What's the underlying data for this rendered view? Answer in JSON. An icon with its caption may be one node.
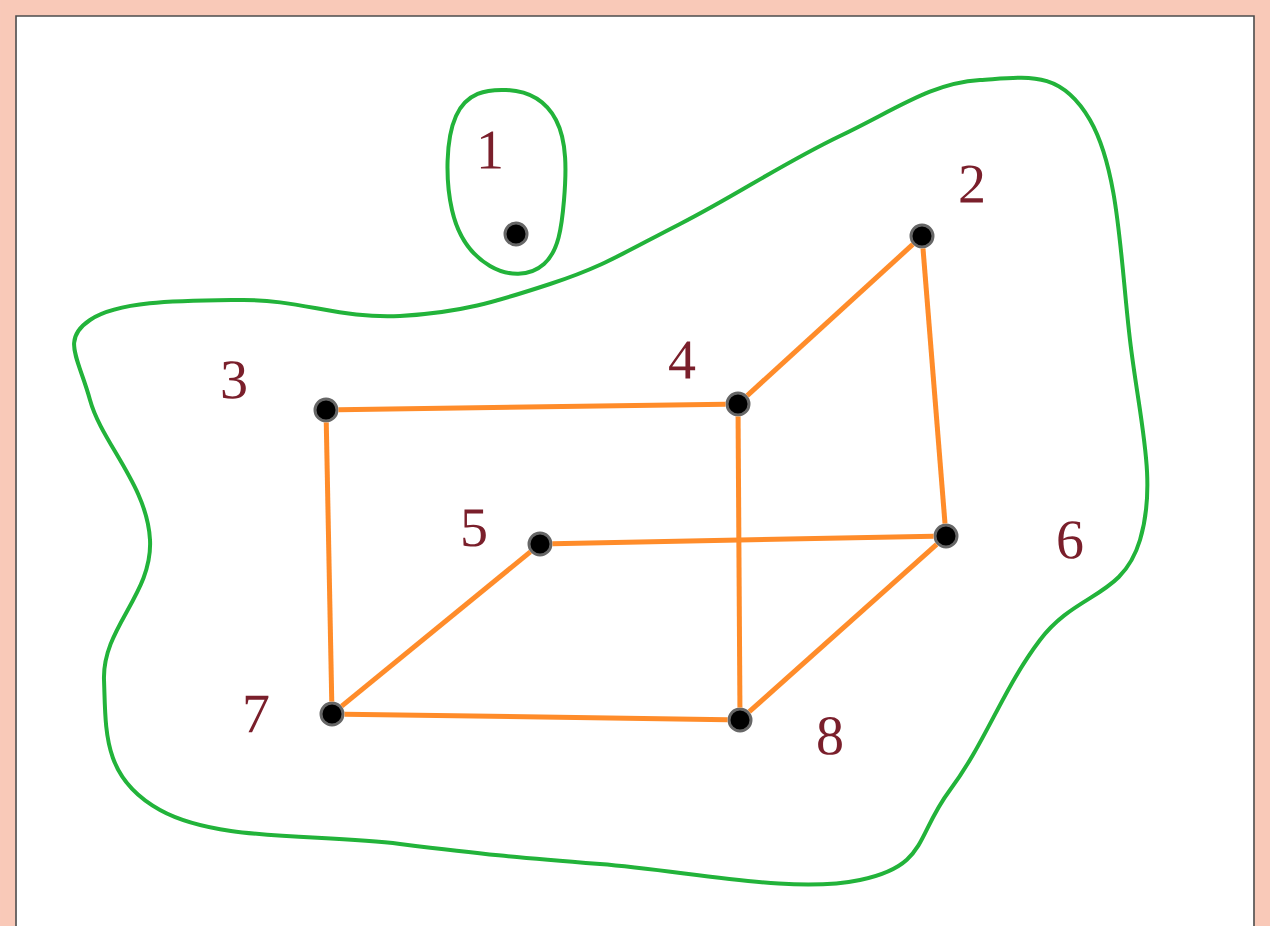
{
  "diagram": {
    "nodes": [
      {
        "text": [],
        "shape": "cloud"
      },
      {
        "text": [],
        "shape": "circle",
        "in": 0,
        "beside": [
          "1"
        ]
      },
      {
        "text": [],
        "shape": "cloud"
      },
      {
        "text": [],
        "shape": "circle",
        "in": 2,
        "beside": [
          "2"
        ]
      },
      {
        "text": [],
        "shape": "circle",
        "in": 2,
        "beside": [
          "3"
        ]
      },
      {
        "text": [],
        "shape": "circle",
        "in": 2,
        "beside": [
          "4"
        ]
      },
      {
        "text": [],
        "shape": "circle",
        "in": 2,
        "beside": [
          "5"
        ]
      },
      {
        "text": [],
        "shape": "circle",
        "in": 2,
        "beside": [
          "6"
        ]
      },
      {
        "text": [],
        "shape": "circle",
        "in": 2,
        "beside": [
          "7"
        ]
      },
      {
        "text": [],
        "shape": "circle",
        "in": 2,
        "beside": [
          "8"
        ]
      }
    ],
    "edges": [
      {
        "from": 4,
        "to": 5,
        "arrow": "none"
      },
      {
        "from": 5,
        "to": 3,
        "arrow": "none"
      },
      {
        "from": 3,
        "to": 7,
        "arrow": "none"
      },
      {
        "from": 4,
        "to": 8,
        "arrow": "none"
      },
      {
        "from": 5,
        "to": 9,
        "arrow": "none"
      },
      {
        "from": 6,
        "to": 7,
        "arrow": "none"
      },
      {
        "from": 6,
        "to": 8,
        "arrow": "none"
      },
      {
        "from": 8,
        "to": 9,
        "arrow": "none"
      },
      {
        "from": 9,
        "to": 7,
        "arrow": "none"
      }
    ]
  }
}
